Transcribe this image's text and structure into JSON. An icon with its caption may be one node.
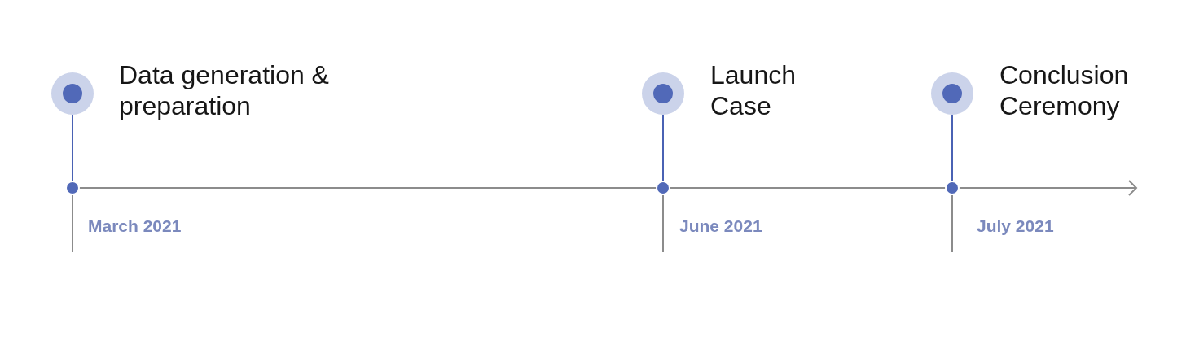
{
  "diagram": {
    "nodes": [
      {
        "text": [],
        "shape": "circle",
        "beside": [
          "Data generation & preparation"
        ]
      },
      {
        "text": [],
        "shape": "circle",
        "beside": [
          "Launch Case"
        ]
      },
      {
        "text": [],
        "shape": "circle",
        "beside": [
          "Conclusion Ceremony"
        ]
      },
      {
        "text": [],
        "shape": "circle",
        "beside": [
          "March 2021"
        ]
      },
      {
        "text": [],
        "shape": "circle",
        "beside": [
          "June 2021"
        ]
      },
      {
        "text": [],
        "shape": "circle",
        "beside": [
          "July 2021"
        ]
      }
    ],
    "edges": [
      {
        "from": 0,
        "to": 3,
        "arrow": "none"
      },
      {
        "from": 1,
        "to": 4,
        "arrow": "none"
      },
      {
        "from": 2,
        "to": 5,
        "arrow": "none"
      }
    ]
  }
}
